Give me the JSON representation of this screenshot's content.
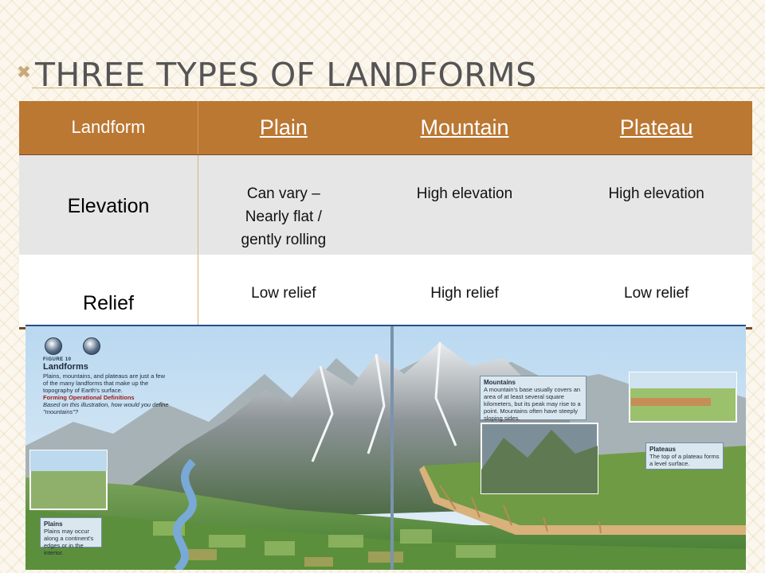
{
  "slide": {
    "bullet_icon": "x-mark-icon",
    "title": "Three Types of Landforms"
  },
  "table": {
    "header": {
      "landform": "Landform",
      "plain": "Plain",
      "mountain": "Mountain",
      "plateau": "Plateau"
    },
    "rows": [
      {
        "label": "Elevation",
        "plain": [
          "Can vary –",
          "Nearly flat /",
          "gently rolling"
        ],
        "mountain": "High elevation",
        "plateau": "High elevation"
      },
      {
        "label": "Relief",
        "plain": "Low relief",
        "mountain": "High relief",
        "plateau": "Low relief"
      }
    ]
  },
  "illustration": {
    "figure_number": "FIGURE 10",
    "figure_title": "Landforms",
    "figure_text": "Plains, mountains, and plateaus are just a few of the many landforms that make up the topography of Earth's surface.",
    "figure_subhead": "Forming Operational Definitions",
    "figure_question": "Based on this illustration, how would you define \"mountains\"?",
    "mountains_title": "Mountains",
    "mountains_text": "A mountain's base usually covers an area of at least several square kilometers, but its peak may rise to a point. Mountains often have steeply sloping sides.",
    "plateaus_title": "Plateaus",
    "plateaus_text": "The top of a plateau forms a level surface.",
    "plains_title": "Plains",
    "plains_text": "Plains may occur along a continent's edges or in the interior."
  },
  "colors": {
    "header_bg": "#bb7833",
    "elevation_row_bg": "#e6e6e6",
    "title_color": "#545454"
  }
}
